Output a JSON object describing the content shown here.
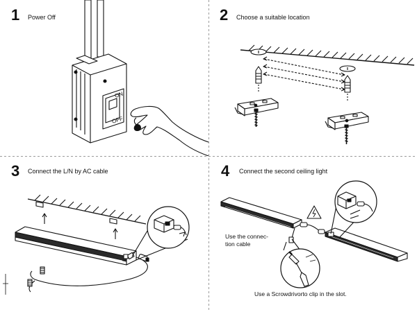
{
  "steps": [
    {
      "number": "1",
      "title": "Power Off",
      "switch_on": "ON",
      "switch_off": "OFF"
    },
    {
      "number": "2",
      "title": "Choose a suitable location"
    },
    {
      "number": "3",
      "title": "Connect the L/N by AC cable"
    },
    {
      "number": "4",
      "title": "Connect the second ceiling light",
      "note_cable": "Use the connec-\ntion cable",
      "note_clip": "Use a Scrowdrivorto clip in the slot.",
      "warning_symbol": "⚡"
    }
  ],
  "icons": [
    "power-breaker-icon",
    "hand-icon",
    "ceiling-mark-icon",
    "wall-anchor-icon",
    "mounting-clip-icon",
    "screw-icon",
    "light-fixture-icon",
    "connector-plug-icon",
    "terminal-block-icon",
    "electric-warning-icon",
    "screwdriver-icon"
  ],
  "colors": {
    "line": "#111111",
    "fill": "#ffffff",
    "fixture_dark": "#2a2a2a",
    "divider": "#9a9a9a"
  }
}
